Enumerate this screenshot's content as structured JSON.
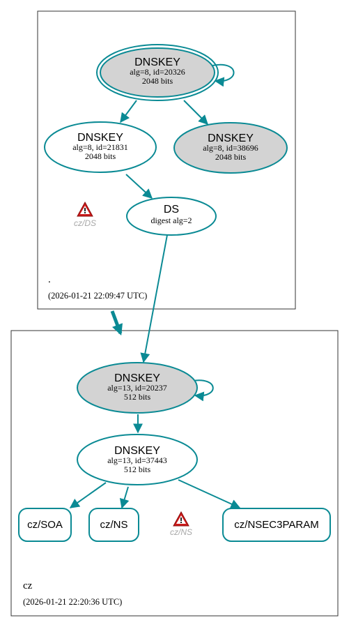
{
  "colors": {
    "edge": "#0a8a94",
    "key_fill_ksk": "#d3d3d3",
    "key_fill_zsk": "#ffffff",
    "zone_border": "#333333",
    "warn_red": "#cc1a1a",
    "warn_label": "#a8a8a8"
  },
  "root_zone": {
    "label": ".",
    "timestamp": "(2026-01-21 22:09:47 UTC)",
    "ksk": {
      "title": "DNSKEY",
      "alg": "alg=8, id=20326",
      "bits": "2048 bits"
    },
    "zsk": {
      "title": "DNSKEY",
      "alg": "alg=8, id=21831",
      "bits": "2048 bits"
    },
    "key3": {
      "title": "DNSKEY",
      "alg": "alg=8, id=38696",
      "bits": "2048 bits"
    },
    "ds": {
      "title": "DS",
      "digest": "digest alg=2"
    },
    "warning": {
      "label": "cz/DS",
      "icon": "warning-triangle-icon"
    }
  },
  "cz_zone": {
    "label": "cz",
    "timestamp": "(2026-01-21 22:20:36 UTC)",
    "ksk": {
      "title": "DNSKEY",
      "alg": "alg=13, id=20237",
      "bits": "512 bits"
    },
    "zsk": {
      "title": "DNSKEY",
      "alg": "alg=13, id=37443",
      "bits": "512 bits"
    },
    "records": [
      "cz/SOA",
      "cz/NS",
      "cz/NSEC3PARAM"
    ],
    "warning": {
      "label": "cz/NS",
      "icon": "warning-triangle-icon"
    }
  }
}
